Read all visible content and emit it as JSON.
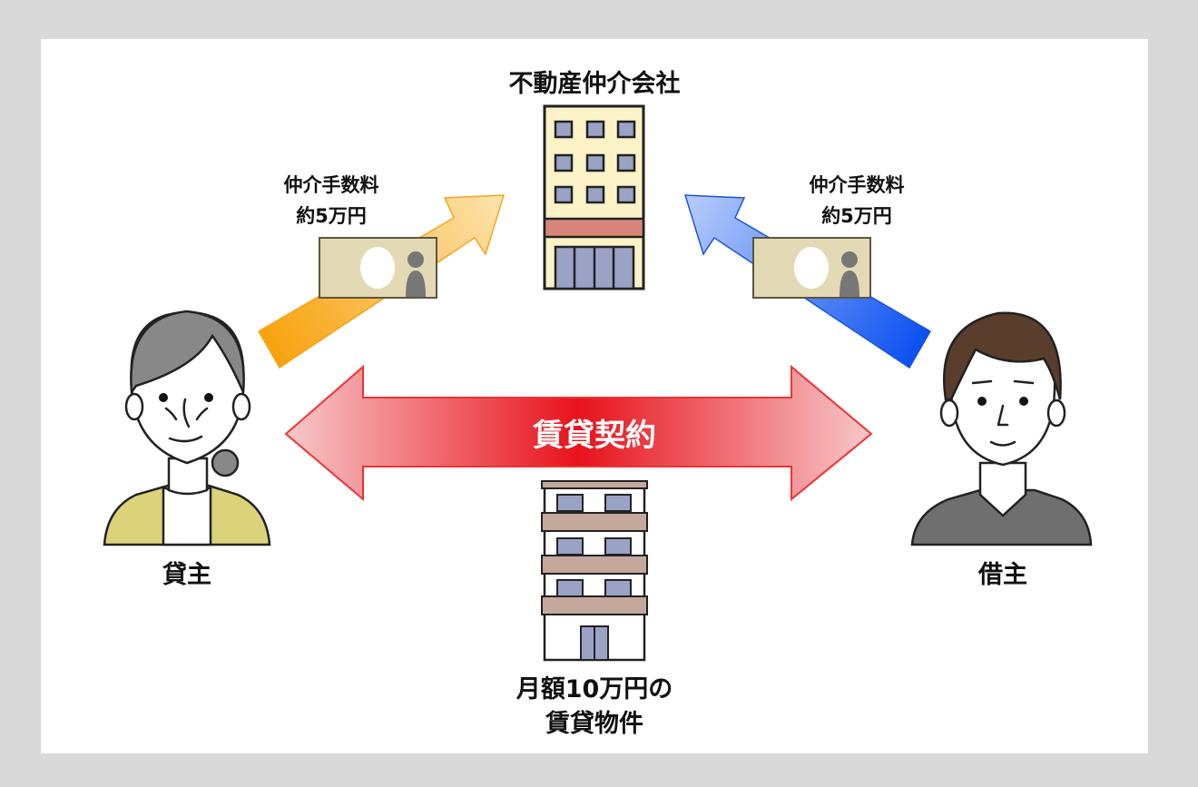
{
  "title": "不動産仲介会社",
  "left_fee": {
    "line1": "仲介手数料",
    "line2": "約5万円"
  },
  "right_fee": {
    "line1": "仲介手数料",
    "line2": "約5万円"
  },
  "contract_label": "賃貸契約",
  "landlord_label": "貸主",
  "tenant_label": "借主",
  "property": {
    "line1": "月額10万円の",
    "line2": "賃貸物件"
  },
  "colors": {
    "orange": "#f9a51a",
    "blue": "#1f63f0",
    "red": "#e8232b",
    "building": "#fbf3c7",
    "window": "#9aa3c6",
    "band": "#d9857a"
  }
}
